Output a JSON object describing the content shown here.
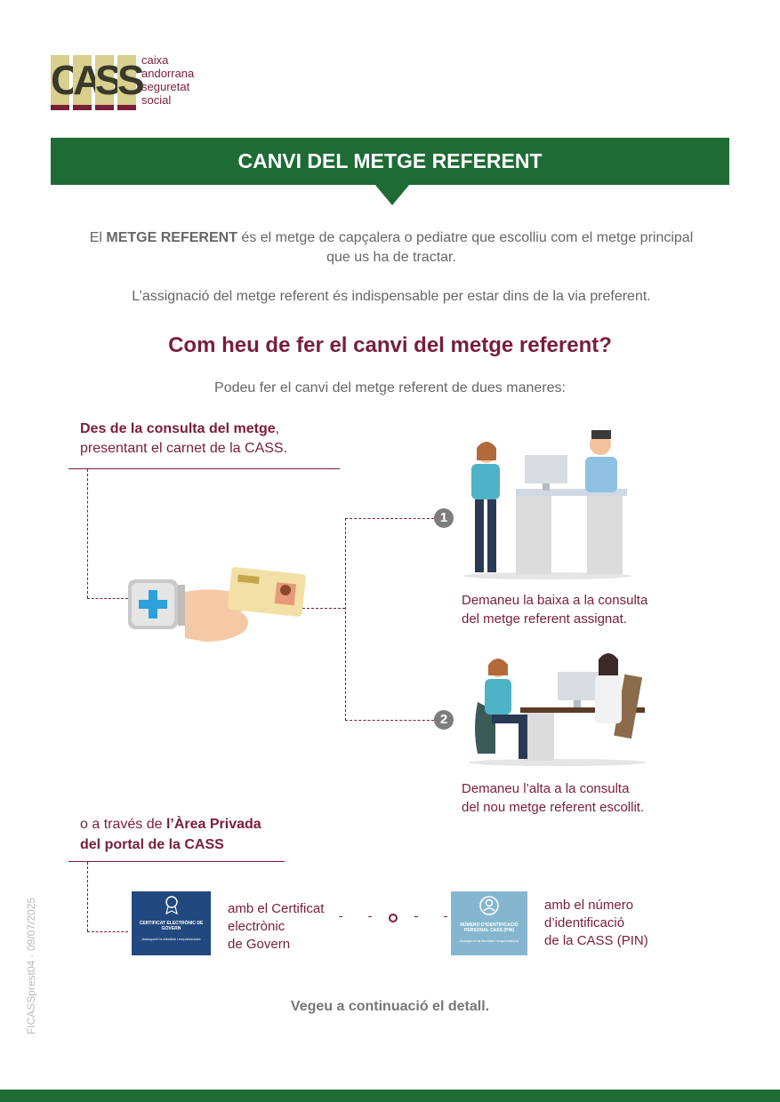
{
  "logo": {
    "letters": [
      "C",
      "A",
      "S",
      "S"
    ],
    "lines": [
      "caixa",
      "andorrana",
      "seguretat",
      "social"
    ]
  },
  "banner": {
    "title": "CANVI DEL METGE REFERENT"
  },
  "intro": {
    "bold": "METGE REFERENT",
    "pre": "El ",
    "post": " és el metge de capçalera o pediatre que escolliu com el metge principal que us ha de tractar.",
    "line2": "L’assignació del metge referent és indispensable per estar dins de la via preferent."
  },
  "heading": "Com heu de fer el canvi del metge referent?",
  "subheading": "Podeu fer el canvi del metge referent de dues maneres:",
  "section1": {
    "bold": "Des de la consulta del metge",
    "comma": ",",
    "line2": "presentant el carnet de la CASS."
  },
  "steps": [
    {
      "number": "1",
      "caption_l1": "Demaneu la baixa a la consulta",
      "caption_l2": "del metge referent assignat."
    },
    {
      "number": "2",
      "caption_l1": "Demaneu l’alta a la consulta",
      "caption_l2": "del nou metge referent escollit."
    }
  ],
  "section2": {
    "pre": "o a través de ",
    "bold1": "l’Àrea Privada",
    "bold2": "del portal de la CASS"
  },
  "cards": {
    "cert_title": "CERTIFICAT ELECTRÒNIC DE GOVERN",
    "cert_sub": "Assegura't la identitat i emprenedoria",
    "pin_title": "NÚMERO D'IDENTIFICACIÓ PERSONAL CASS (PIN)",
    "pin_sub": "Assegura't la identitat i emprenedoria"
  },
  "options": {
    "cert_l1": "amb el Certificat",
    "cert_l2": "electrònic",
    "cert_l3": "de Govern",
    "or": "o",
    "pin_l1": "amb el número",
    "pin_l2": "d’identificació",
    "pin_l3": "de la CASS (PIN)"
  },
  "footer": "Vegeu a continuació el detall.",
  "side_code": "FICASSprest04 - 09/07/2025",
  "colors": {
    "green": "#1e6b35",
    "maroon": "#7a1d3a",
    "gold": "#d9cf8f",
    "navy": "#22497f",
    "lightblue": "#86b6cf"
  }
}
